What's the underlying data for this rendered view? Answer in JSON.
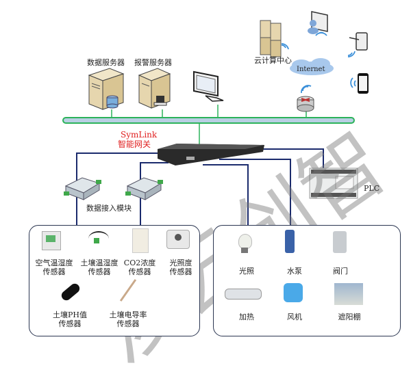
{
  "top": {
    "data_server_label": "数据服务器",
    "alarm_server_label": "报警服务器",
    "cloud_center_label": "云计算中心",
    "internet_label": "Internet"
  },
  "gateway": {
    "name_line1": "SymLink",
    "name_line2": "智能网关"
  },
  "modules": {
    "label": "数据接入模块"
  },
  "plc": {
    "label": "PLC"
  },
  "sensors": [
    {
      "line1": "空气温湿度",
      "line2": "传感器"
    },
    {
      "line1": "土壤温湿度",
      "line2": "传感器"
    },
    {
      "line1": "CO2浓度",
      "line2": "传感器"
    },
    {
      "line1": "光照度",
      "line2": "传感器"
    },
    {
      "line1": "土壤PH值",
      "line2": "传感器"
    },
    {
      "line1": "土壤电导率",
      "line2": "传感器"
    }
  ],
  "actuators": [
    {
      "label": "光照"
    },
    {
      "label": "水泵"
    },
    {
      "label": "阀门"
    },
    {
      "label": "加热"
    },
    {
      "label": "风机"
    },
    {
      "label": "遮阳棚"
    }
  ],
  "watermark": "浚云创智",
  "colors": {
    "bus_border": "#2bb35a",
    "bus_fill": "#b9cfe3",
    "wire": "#1a2a6c",
    "gateway_label": "#e02020"
  }
}
